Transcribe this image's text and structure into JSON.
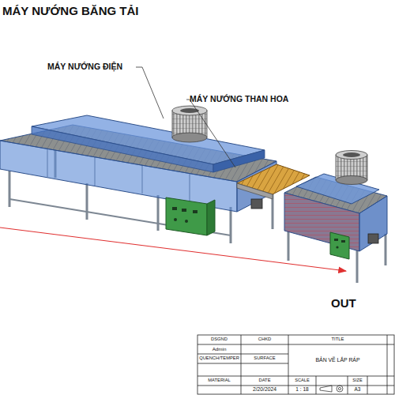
{
  "diagram": {
    "title": "MÁY NƯỚNG BĂNG TẢI",
    "labels": [
      "MÁY NƯỚNG ĐIỆN",
      "MÁY NƯỚNG THAN HOA",
      "OUT",
      "DSGND",
      "CHKD",
      "TITLE",
      "Admin",
      "QUENCH/TEMPER",
      "SURFACE",
      "BẢN VẼ LẮP RÁP",
      "MATERIAL",
      "DATE",
      "SCALE",
      "SIZE",
      "2/20/2024",
      "1 : 18",
      "A3"
    ]
  }
}
